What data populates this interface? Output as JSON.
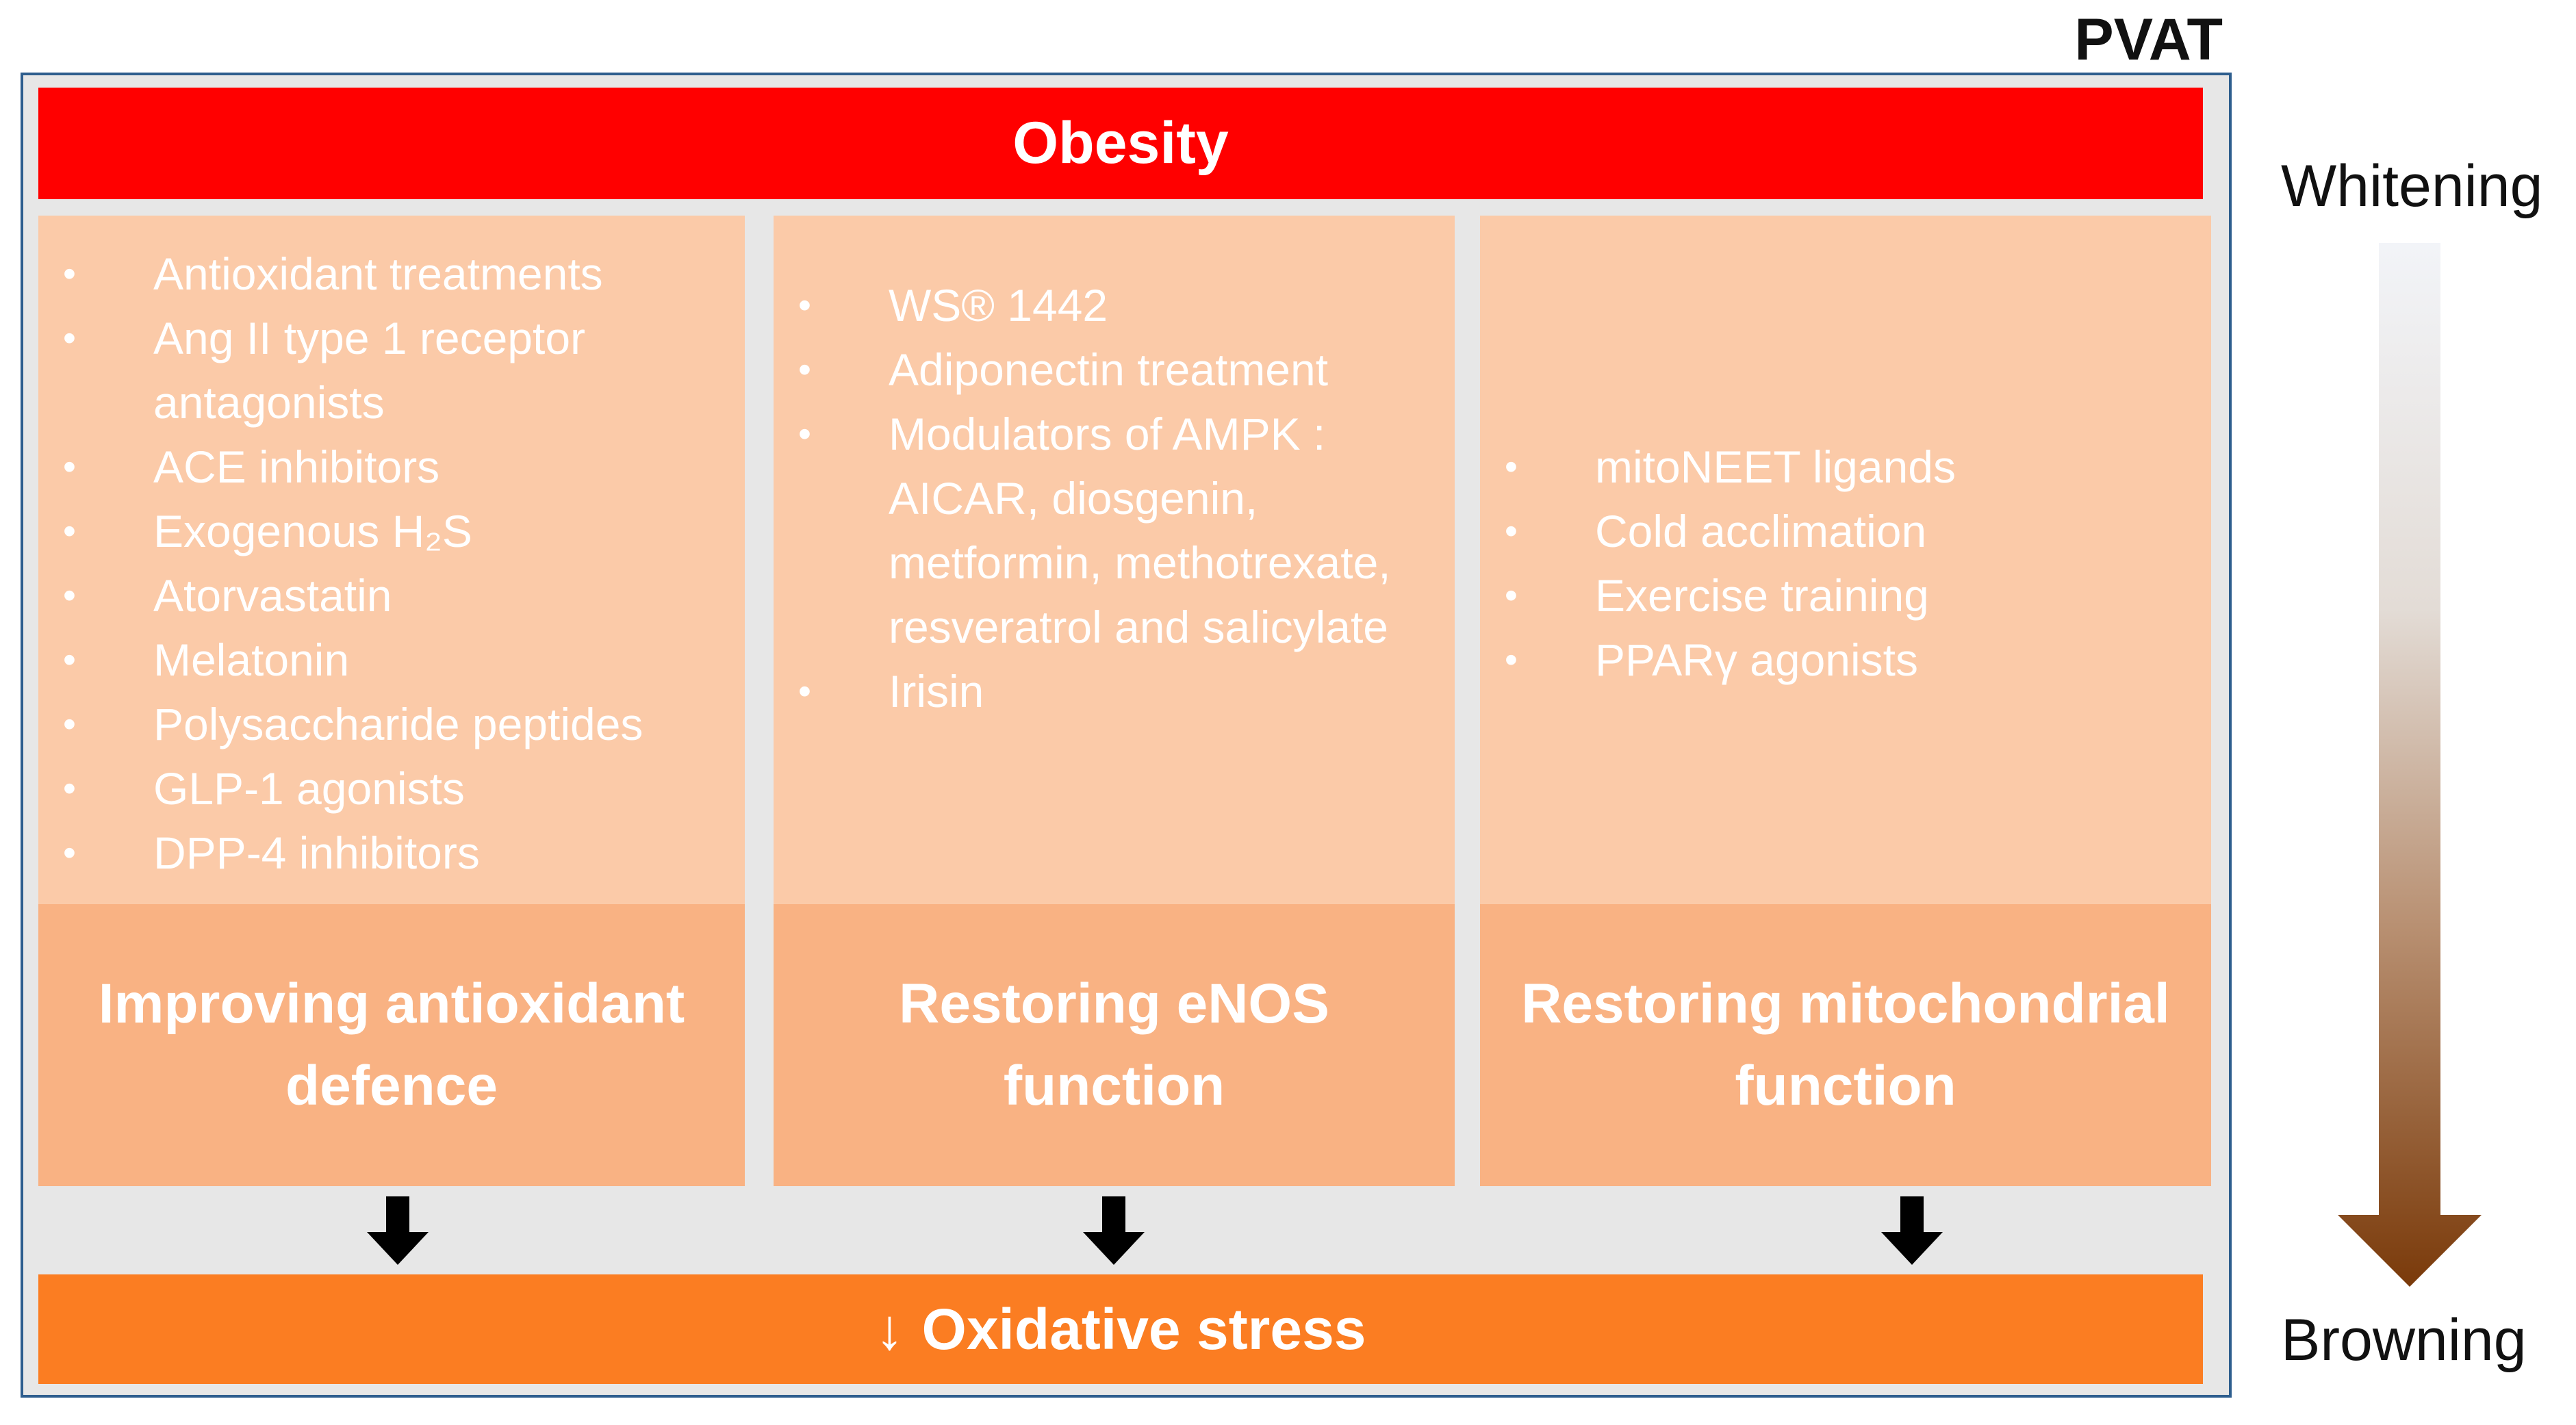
{
  "pvat_label": "PVAT",
  "top_banner": "Obesity",
  "columns": [
    {
      "items": [
        "Antioxidant treatments",
        "Ang II type 1 receptor antagonists",
        "ACE inhibitors",
        "Exogenous H₂S",
        "Atorvastatin",
        "Melatonin",
        "Polysaccharide peptides",
        "GLP-1 agonists",
        "DPP-4 inhibitors"
      ],
      "heading": "Improving antioxidant defence"
    },
    {
      "items": [
        "WS® 1442",
        "Adiponectin treatment",
        "Modulators of AMPK : AICAR, diosgenin, metformin, methotrexate, resveratrol and salicylate",
        "Irisin"
      ],
      "heading": "Restoring eNOS function"
    },
    {
      "items": [
        "mitoNEET ligands",
        "Cold acclimation",
        "Exercise training",
        "PPARγ agonists"
      ],
      "heading": "Restoring mitochondrial function"
    }
  ],
  "bottom_banner": {
    "arrow": "↓",
    "text": "Oxidative stress"
  },
  "side": {
    "top_label": "Whitening",
    "bottom_label": "Browning"
  },
  "colors": {
    "frame_border": "#2e5e8e",
    "frame_bg": "#e7e7e7",
    "obesity_red": "#ff0000",
    "list_peach": "#fbcaa8",
    "heading_orange": "#f9b283",
    "bottom_orange": "#fb7d22",
    "gradient_top": "#f2f4f8",
    "gradient_bottom": "#7a3a0a"
  }
}
